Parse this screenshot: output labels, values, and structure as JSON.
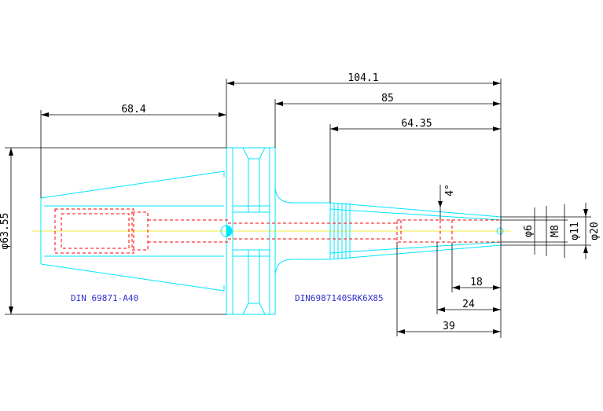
{
  "dimensions": {
    "overall_length": "104.1",
    "shank_length": "85",
    "reach_length": "64.35",
    "taper_length": "68.4",
    "flange_diameter": "φ63.55",
    "bore_depth_18": "18",
    "bore_depth_24": "24",
    "bore_depth_39": "39",
    "bore_diameter": "φ6",
    "thread": "M8",
    "tip_diameter_11": "φ11",
    "nose_diameter_20": "φ20",
    "taper_angle": "4°"
  },
  "labels": {
    "standard_left": "DIN 69871-A40",
    "standard_right": "DIN6987140SRK6X85"
  },
  "colors": {
    "outline": "#00e5ff",
    "hidden": "#ff0000",
    "dimension": "#000000",
    "centerline": "#f0e000",
    "annotation": "#3030d0"
  }
}
